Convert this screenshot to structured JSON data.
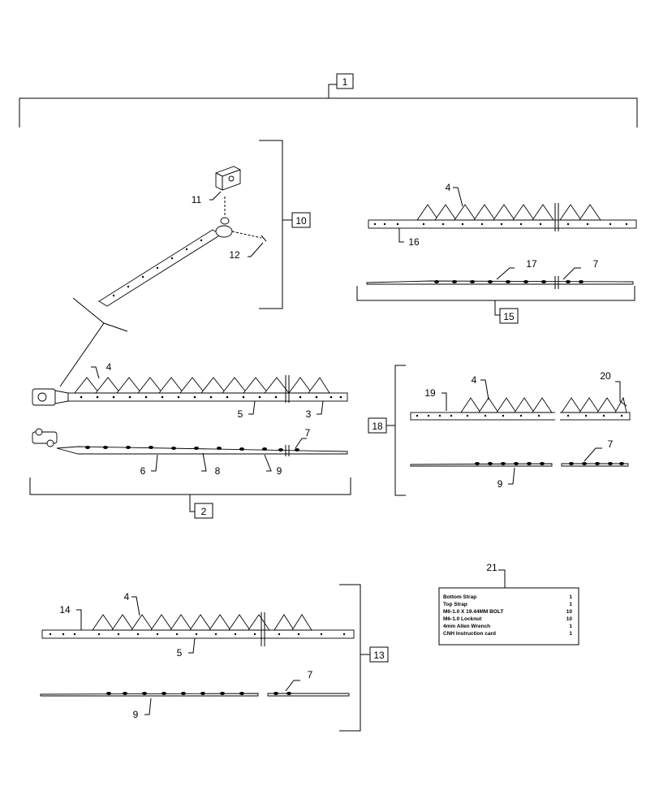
{
  "callouts": {
    "c1": "1",
    "c2": "2",
    "c3": "3",
    "c4a": "4",
    "c4b": "4",
    "c4c": "4",
    "c4d": "4",
    "c5a": "5",
    "c5b": "5",
    "c6": "6",
    "c7a": "7",
    "c7b": "7",
    "c7c": "7",
    "c7d": "7",
    "c8": "8",
    "c9a": "9",
    "c9b": "9",
    "c9c": "9",
    "c10": "10",
    "c11": "11",
    "c12": "12",
    "c13": "13",
    "c14": "14",
    "c15": "15",
    "c16": "16",
    "c17": "17",
    "c18": "18",
    "c19": "19",
    "c20": "20",
    "c21": "21"
  },
  "kit_card": {
    "rows": [
      {
        "name": "Bottom Strap",
        "qty": "1"
      },
      {
        "name": "Top Strap",
        "qty": "1"
      },
      {
        "name": "M6-1.0 X 19.44MM BOLT",
        "qty": "10"
      },
      {
        "name": "M6-1.0 Locknut",
        "qty": "10"
      },
      {
        "name": "4mm Allen Wrench",
        "qty": "1"
      },
      {
        "name": "CNH Instruction card",
        "qty": "1"
      }
    ]
  }
}
